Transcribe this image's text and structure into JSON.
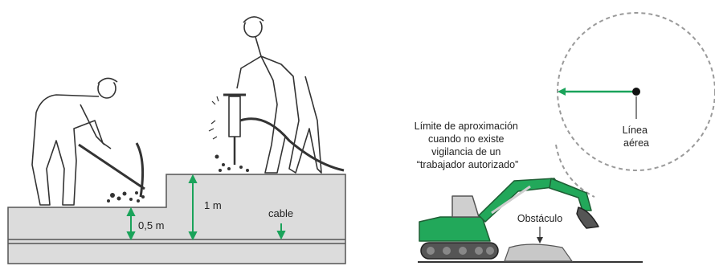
{
  "left_panel": {
    "dim_small": "0,5 m",
    "dim_large": "1 m",
    "cable_label": "cable"
  },
  "right_panel": {
    "approach_limit_lines": [
      "Límite de aproximación",
      "cuando no existe",
      "vigilancia de un",
      "“trabajador autorizado”"
    ],
    "overhead_line_lines": [
      "Línea",
      "aérea"
    ],
    "obstacle_label": "Obstáculo"
  },
  "colors": {
    "ground_fill": "#dcdcdc",
    "ground_edge": "#555555",
    "accent_green": "#1aa35a",
    "excavator_green": "#22a85a",
    "dashed_circle": "#9a9a9a",
    "obstacle_fill": "#c8c8c8"
  }
}
